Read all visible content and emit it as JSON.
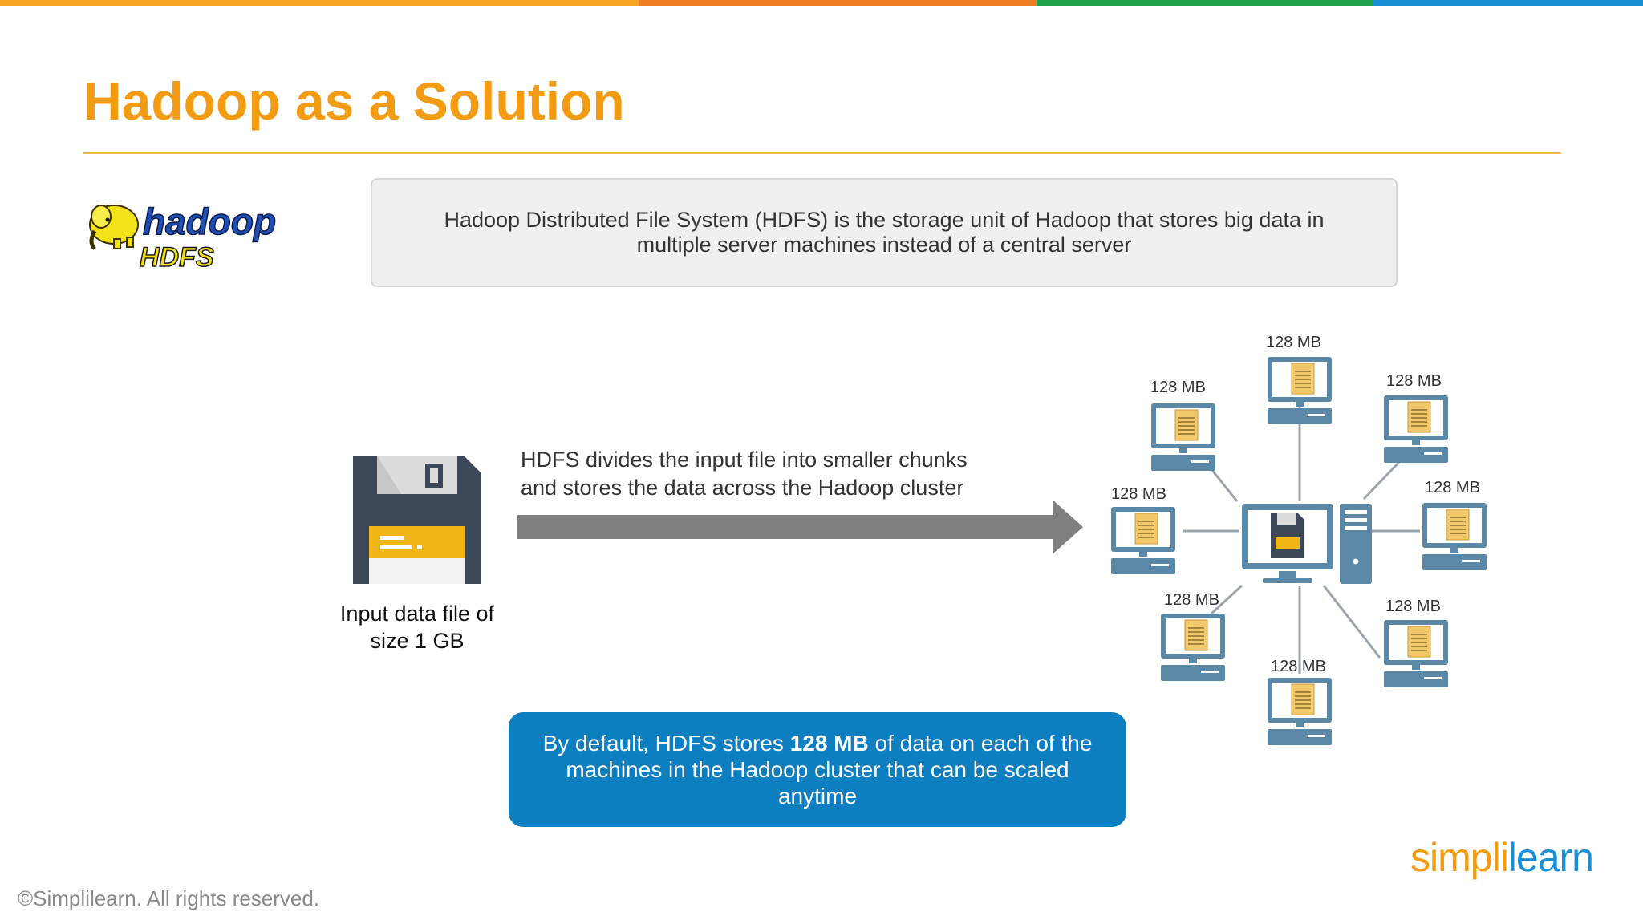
{
  "slide": {
    "title": "Hadoop as a Solution",
    "topbar_colors": [
      "#f6a623",
      "#ef7d22",
      "#1fa24a",
      "#1a8fd6"
    ]
  },
  "logo": {
    "word": "hadoop",
    "sub": "HDFS",
    "icon": "elephant-icon"
  },
  "info_box": {
    "text": "Hadoop Distributed File System (HDFS) is the storage unit of Hadoop that stores big data in multiple server machines instead of a central server"
  },
  "input_file": {
    "icon": "floppy-disk-icon",
    "label_line1": "Input data file of",
    "label_line2": "size 1 GB"
  },
  "arrow": {
    "line1": "HDFS divides the input file into smaller chunks",
    "line2": "and stores the data across the Hadoop cluster"
  },
  "cluster": {
    "center_icon": "server-computer-icon",
    "node_icon": "computer-document-icon",
    "nodes": [
      {
        "label": "128 MB"
      },
      {
        "label": "128 MB"
      },
      {
        "label": "128 MB"
      },
      {
        "label": "128 MB"
      },
      {
        "label": "128 MB"
      },
      {
        "label": "128 MB"
      },
      {
        "label": "128 MB"
      },
      {
        "label": "128 MB"
      }
    ]
  },
  "blue_box": {
    "before": "By default, HDFS stores ",
    "bold": "128 MB",
    "after": " of data on each of the machines in the Hadoop cluster that can be scaled anytime"
  },
  "brand": {
    "part1": "simpl",
    "part2": "i",
    "part3": "learn",
    "color_orange": "#f39c12",
    "color_blue": "#1a8fd6"
  },
  "footer": {
    "copyright": "©Simplilearn. All rights reserved."
  }
}
